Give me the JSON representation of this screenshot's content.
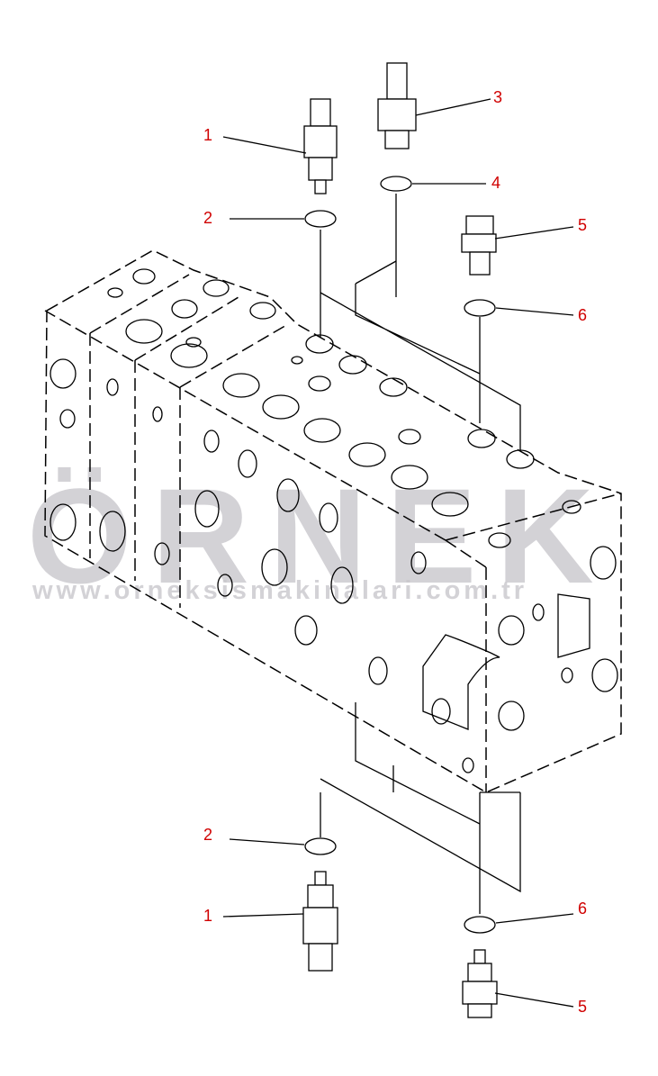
{
  "diagram": {
    "title": "Control valve assembly - exploded parts view",
    "callouts": [
      {
        "id": "c1a",
        "number": "1"
      },
      {
        "id": "c2a",
        "number": "2"
      },
      {
        "id": "c3",
        "number": "3"
      },
      {
        "id": "c4",
        "number": "4"
      },
      {
        "id": "c5a",
        "number": "5"
      },
      {
        "id": "c6a",
        "number": "6"
      },
      {
        "id": "c2b",
        "number": "2"
      },
      {
        "id": "c1b",
        "number": "1"
      },
      {
        "id": "c6b",
        "number": "6"
      },
      {
        "id": "c5b",
        "number": "5"
      }
    ],
    "callout_color": "#d00000"
  },
  "watermark": {
    "brand": "ÖRNEK",
    "url": "www.orneksismakinalari.com.tr"
  }
}
